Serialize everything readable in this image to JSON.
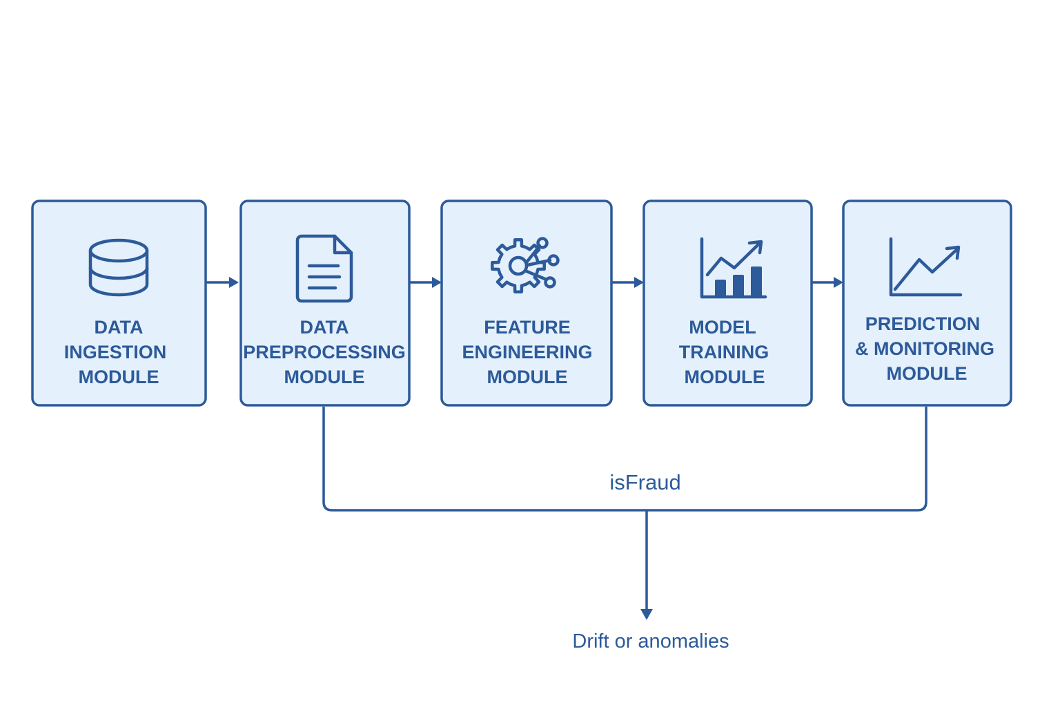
{
  "modules": [
    {
      "id": "data-ingestion",
      "icon": "database-icon",
      "label_lines": [
        "DATA",
        "INGESTION",
        "MODULE"
      ]
    },
    {
      "id": "data-preprocessing",
      "icon": "document-icon",
      "label_lines": [
        "DATA",
        "PREPROCESSING",
        "MODULE"
      ]
    },
    {
      "id": "feature-engineering",
      "icon": "gear-network-icon",
      "label_lines": [
        "FEATURE",
        "ENGINEERING",
        "MODULE"
      ]
    },
    {
      "id": "model-training",
      "icon": "bar-chart-trend-icon",
      "label_lines": [
        "MODEL",
        "TRAINING",
        "MODULE"
      ]
    },
    {
      "id": "prediction-monitoring",
      "icon": "line-chart-trend-icon",
      "label_lines": [
        "PREDICTION",
        "& MONITORING",
        "MODULE"
      ]
    }
  ],
  "feedback": {
    "label": "isFraud",
    "output": "Drift or anomalies"
  },
  "colors": {
    "stroke": "#2c5a9a",
    "box_fill": "#e4f0fb",
    "background": "#ffffff"
  }
}
